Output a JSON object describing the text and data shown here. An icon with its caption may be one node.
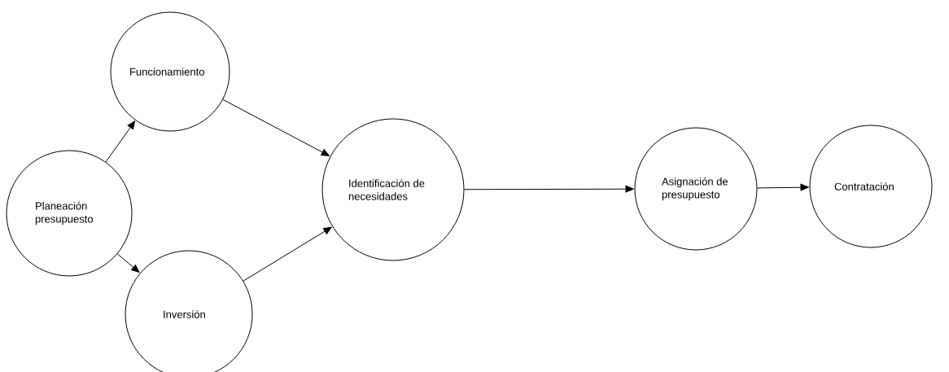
{
  "diagram": {
    "nodes": [
      {
        "text": [
          "Planeación presupuesto"
        ]
      },
      {
        "text": [
          "Funcionamiento"
        ]
      },
      {
        "text": [
          "Inversión"
        ]
      },
      {
        "text": [
          "Identificación de necesidades"
        ]
      },
      {
        "text": [
          "Asignación de presupuesto"
        ]
      },
      {
        "text": [
          "Contratación"
        ]
      }
    ],
    "edges": [
      {
        "from": 0,
        "to": 1,
        "arrow": "to"
      },
      {
        "from": 0,
        "to": 2,
        "arrow": "to"
      },
      {
        "from": 1,
        "to": 3,
        "arrow": "to"
      },
      {
        "from": 2,
        "to": 3,
        "arrow": "to"
      },
      {
        "from": 3,
        "to": 4,
        "arrow": "to"
      },
      {
        "from": 4,
        "to": 5,
        "arrow": "to"
      }
    ]
  }
}
